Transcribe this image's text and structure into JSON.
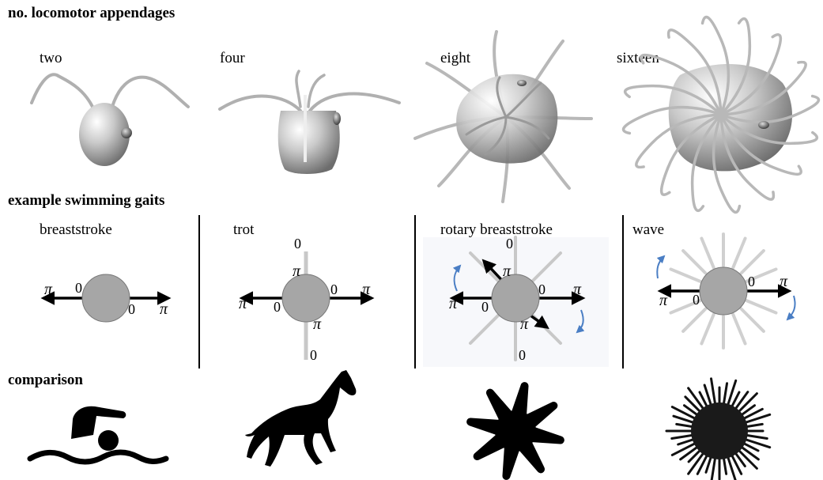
{
  "sections": {
    "appendages": "no. locomotor appendages",
    "gaits": "example swimming gaits",
    "comparison": "comparison"
  },
  "appendage_counts": [
    "two",
    "four",
    "eight",
    "sixteen"
  ],
  "gait_names": [
    "breaststroke",
    "trot",
    "rotary breaststroke",
    "wave"
  ],
  "phase_labels": {
    "zero": "0",
    "pi": "π"
  },
  "comparison_icons": [
    "swimmer-icon",
    "horse-icon",
    "octopus-silhouette-icon",
    "sea-urchin-silhouette-icon"
  ],
  "colors": {
    "body": "#a6a6a6",
    "appendage": "#c8c8c8",
    "rotation_arrow": "#4a7ec4",
    "ink": "#000000"
  }
}
